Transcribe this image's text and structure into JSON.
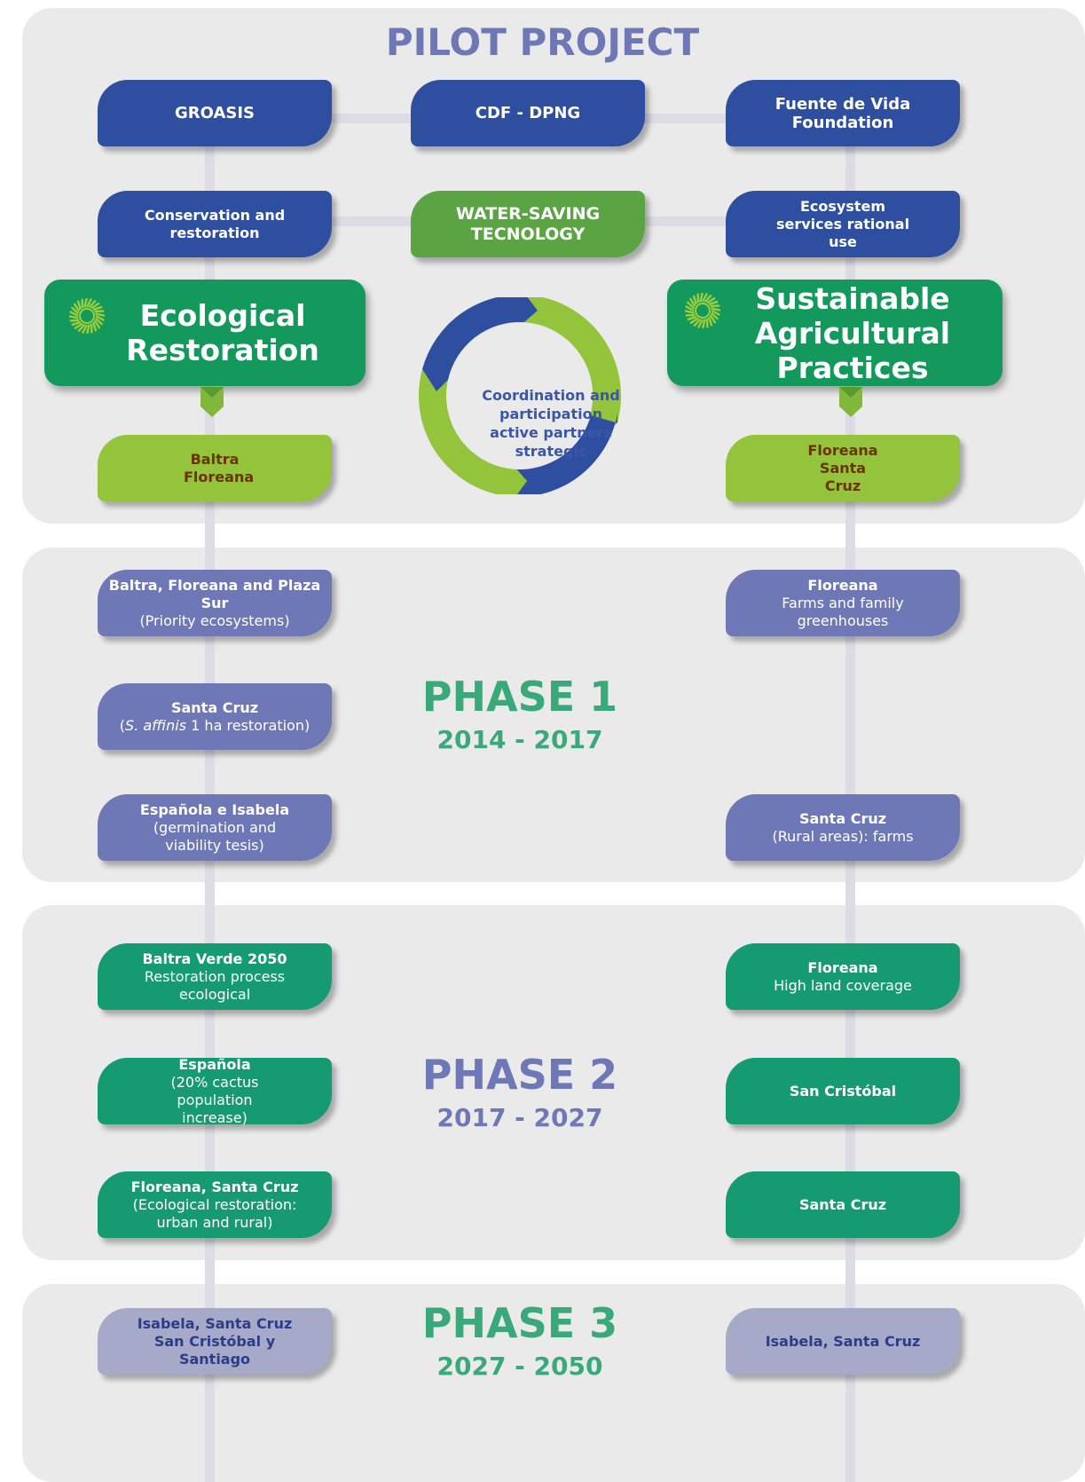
{
  "title": "PILOT PROJECT",
  "top_boxes": {
    "left": "GROASIS",
    "center": "CDF - DPNG",
    "right": "Fuente de Vida Foundation"
  },
  "second_boxes": {
    "left": "Conservation and restoration",
    "center": "WATER-SAVING TECNOLOGY",
    "right": "Ecosystem services rational use"
  },
  "pillars": {
    "left": "Ecological\nRestoration",
    "right": "Sustainable\nAgricultural Practices"
  },
  "cycle_text": "Coordination and participation active partners strategic",
  "pilot_sites": {
    "left": "Baltra Floreana",
    "right": "Floreana Santa Cruz"
  },
  "phases": [
    {
      "label": "PHASE 1",
      "years": "2014 - 2017"
    },
    {
      "label": "PHASE 2",
      "years": "2017 - 2027"
    },
    {
      "label": "PHASE 3",
      "years": "2027 - 2050"
    }
  ],
  "phase1": {
    "left": [
      {
        "bold": "Baltra, Floreana and Plaza Sur",
        "rest": "(Priority ecosystems)"
      },
      {
        "bold": "Santa Cruz",
        "rest_pre": "(",
        "rest_italic": "S. affinis",
        "rest_post": " 1 ha restoration)"
      },
      {
        "bold": "Española e Isabela",
        "rest": "(germination and viability tesis)"
      }
    ],
    "right": [
      {
        "bold": "Floreana",
        "rest": "Farms and family greenhouses"
      },
      {
        "bold": "Santa Cruz",
        "rest": "(Rural areas): farms"
      }
    ]
  },
  "phase2": {
    "left": [
      {
        "bold": "Baltra Verde 2050",
        "rest": "Restoration process ecological"
      },
      {
        "bold": "Española",
        "rest": "(20% cactus population increase)"
      },
      {
        "bold": "Floreana, Santa Cruz",
        "rest": "(Ecological restoration: urban and rural)"
      }
    ],
    "right": [
      {
        "bold": "Floreana",
        "rest": "High land coverage"
      },
      {
        "bold": "San Cristóbal",
        "rest": ""
      },
      {
        "bold": "Santa Cruz",
        "rest": ""
      }
    ]
  },
  "phase3": {
    "left": "Isabela, Santa Cruz San Cristóbal y Santiago",
    "right": "Isabela, Santa Cruz"
  },
  "colors": {
    "title_purple": "#6f78b6",
    "phase_green": "#3aa97a",
    "dark_blue": "#2e4f9f",
    "green": "#13995b",
    "lime": "#94c43c"
  }
}
